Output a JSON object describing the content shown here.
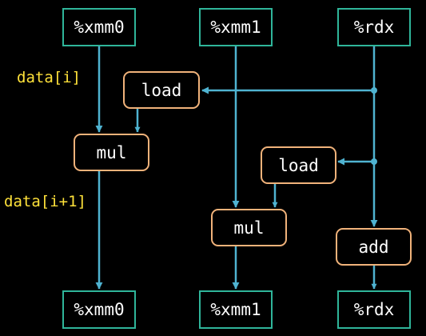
{
  "colors": {
    "background": "#000000",
    "register_border": "#2fb59a",
    "operation_border": "#f0b27a",
    "edge": "#4fb3d1",
    "annotation": "#ffe23a",
    "text": "#ffffff"
  },
  "nodes": {
    "xmm0_in": "%xmm0",
    "xmm1_in": "%xmm1",
    "rdx_in": "%rdx",
    "load_1": "load",
    "mul_1": "mul",
    "load_2": "load",
    "mul_2": "mul",
    "add": "add",
    "xmm0_out": "%xmm0",
    "xmm1_out": "%xmm1",
    "rdx_out": "%rdx"
  },
  "annotations": {
    "first": "data[i]",
    "second": "data[i+1]"
  }
}
